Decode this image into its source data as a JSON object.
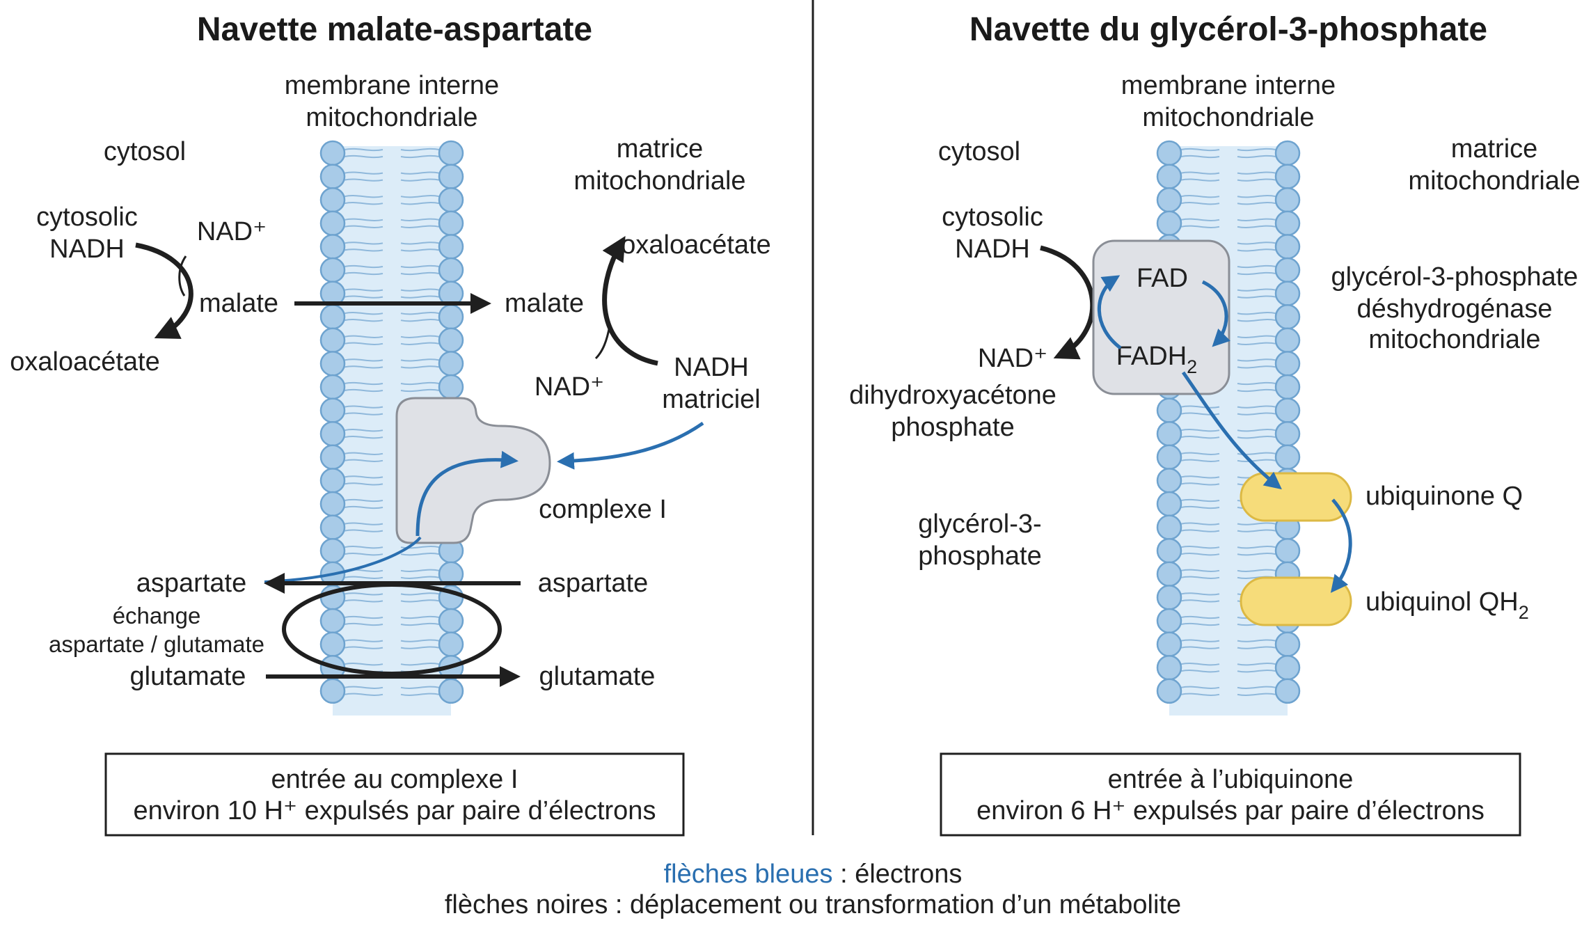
{
  "colors": {
    "electron_arrow": "#2a6fb0",
    "metabolite_arrow": "#1f1f1f",
    "membrane_head": "#a8cbe8",
    "membrane_outline": "#6ea3cf",
    "membrane_band": "#dcecf8",
    "protein_fill": "#dfe1e6",
    "protein_outline": "#8a8e96",
    "ubiquinone_fill": "#f6dc7a",
    "ubiquinone_outline": "#dcb944",
    "legend_blue_text": "#2a6fb0"
  },
  "left_panel": {
    "title": "Navette malate-aspartate",
    "membrane_label_line1": "membrane interne",
    "membrane_label_line2": "mitochondriale",
    "cytosol": "cytosol",
    "matrix_line1": "matrice",
    "matrix_line2": "mitochondriale",
    "cytosolic_nadh_line1": "cytosolic",
    "cytosolic_nadh_line2": "NADH",
    "nad_plus_cyto": "NAD⁺",
    "malate_cyto": "malate",
    "oxaloacetate_cyto": "oxaloacétate",
    "malate_matrix": "malate",
    "oxaloacetate_matrix": "oxaloacétate",
    "nad_plus_matrix": "NAD⁺",
    "nadh_matrix_line1": "NADH",
    "nadh_matrix_line2": "matriciel",
    "complex_label": "complexe I",
    "aspartate_cyto": "aspartate",
    "aspartate_matrix": "aspartate",
    "exchange_line1": "échange",
    "exchange_line2": "aspartate / glutamate",
    "glutamate_cyto": "glutamate",
    "glutamate_matrix": "glutamate",
    "box_line1": "entrée au complexe I",
    "box_line2": "environ 10 H⁺ expulsés par paire d’électrons"
  },
  "right_panel": {
    "title": "Navette du glycérol-3-phosphate",
    "membrane_label_line1": "membrane interne",
    "membrane_label_line2": "mitochondriale",
    "cytosol": "cytosol",
    "matrix_line1": "matrice",
    "matrix_line2": "mitochondriale",
    "cytosolic_nadh_line1": "cytosolic",
    "cytosolic_nadh_line2": "NADH",
    "fad": "FAD",
    "fadh2_base": "FADH",
    "fadh2_sub": "2",
    "nad_plus": "NAD⁺",
    "dhap_line1": "dihydroxyacétone",
    "dhap_line2": "phosphate",
    "g3p_line1": "glycérol-3-",
    "g3p_line2": "phosphate",
    "enzyme_line1": "glycérol-3-phosphate",
    "enzyme_line2": "déshydrogénase",
    "enzyme_line3": "mitochondriale",
    "ubiquinone": "ubiquinone Q",
    "ubiquinol_base": "ubiquinol QH",
    "ubiquinol_sub": "2",
    "box_line1": "entrée à l’ubiquinone",
    "box_line2": "environ 6 H⁺ expulsés par paire d’électrons"
  },
  "legend": {
    "blue_label": "flèches bleues",
    "blue_desc": " : électrons",
    "black_line": "flèches noires : déplacement ou transformation d’un métabolite"
  }
}
